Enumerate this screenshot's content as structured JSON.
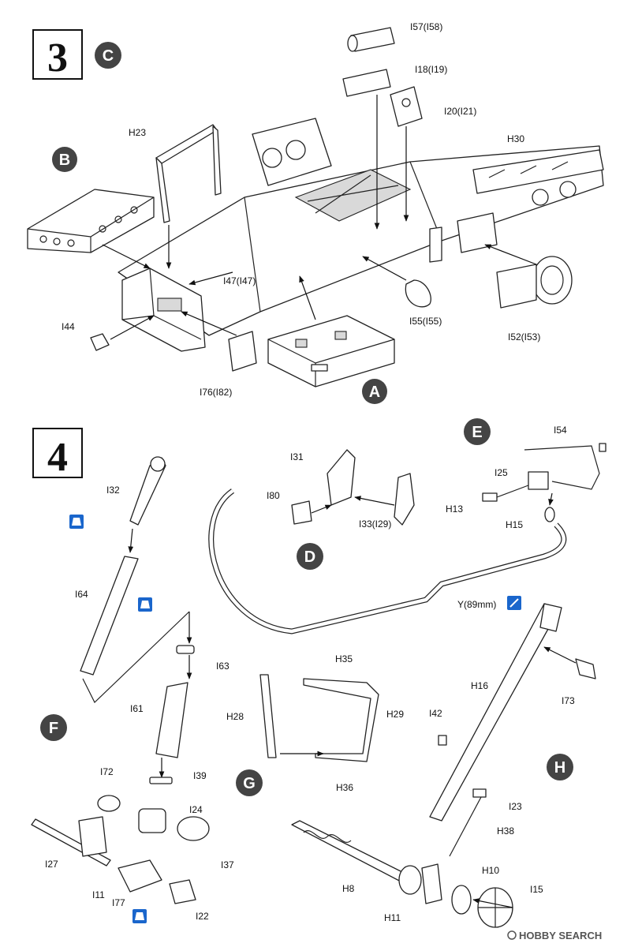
{
  "steps": [
    {
      "number": "3",
      "part_labels": [
        "I57(I58)",
        "I18(I19)",
        "I20(I21)",
        "H23",
        "H30",
        "I47(I47)",
        "I44",
        "I55(I55)",
        "I52(I53)",
        "I76(I82)"
      ],
      "sub_assemblies": [
        "C",
        "B",
        "A"
      ]
    },
    {
      "number": "4",
      "part_labels": [
        "I32",
        "I64",
        "I63",
        "I61",
        "I39",
        "I72",
        "I24",
        "I27",
        "I37",
        "I11",
        "I77",
        "I22",
        "I31",
        "I80",
        "I33(I29)",
        "I54",
        "I25",
        "H13",
        "H15",
        "Y(89mm)",
        "H35",
        "H29",
        "H28",
        "H36",
        "H16",
        "I73",
        "I42",
        "I23",
        "H38",
        "H8",
        "H10",
        "I15",
        "H11"
      ],
      "sub_assemblies": [
        "D",
        "E",
        "F",
        "G",
        "H"
      ]
    }
  ],
  "labels": {
    "s3": {
      "i57": "I57(I58)",
      "i18": "I18(I19)",
      "i20": "I20(I21)",
      "h23": "H23",
      "h30": "H30",
      "i47": "I47(I47)",
      "i44": "I44",
      "i55": "I55(I55)",
      "i52": "I52(I53)",
      "i76": "I76(I82)"
    },
    "s4": {
      "i32": "I32",
      "i64": "I64",
      "i63": "I63",
      "i61": "I61",
      "i39": "I39",
      "i72": "I72",
      "i24": "I24",
      "i27": "I27",
      "i37": "I37",
      "i11": "I11",
      "i77": "I77",
      "i22": "I22",
      "i31": "I31",
      "i80": "I80",
      "i33": "I33(I29)",
      "i54": "I54",
      "i25": "I25",
      "h13": "H13",
      "h15": "H15",
      "y": "Y(89mm)",
      "h35": "H35",
      "h29": "H29",
      "h28": "H28",
      "h36": "H36",
      "h16": "H16",
      "i73": "I73",
      "i42": "I42",
      "i23": "I23",
      "h38": "H38",
      "h8": "H8",
      "h10": "H10",
      "i15": "I15",
      "h11": "H11"
    }
  },
  "steps_num": {
    "s3": "3",
    "s4": "4"
  },
  "circles": {
    "c": "C",
    "b": "B",
    "a": "A",
    "d": "D",
    "e": "E",
    "f": "F",
    "g": "G",
    "h": "H"
  },
  "watermark": "HOBBY SEARCH",
  "colors": {
    "ink": "#222222",
    "circle": "#444444",
    "glue_icon": "#1a66cc",
    "paper": "#ffffff"
  }
}
